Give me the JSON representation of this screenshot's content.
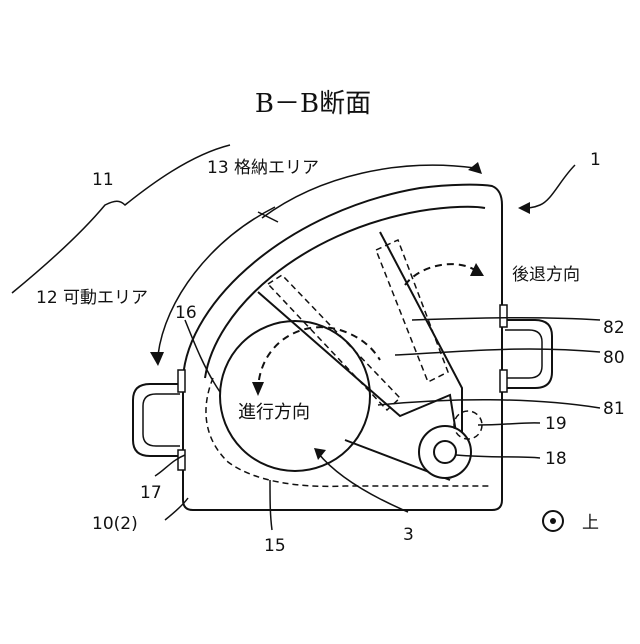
{
  "title": "B－B断面",
  "labels": {
    "n1": "1",
    "n3": "3",
    "n10": "10(2)",
    "n11": "11",
    "n12": "12 可動エリア",
    "n13": "13 格納エリア",
    "n15": "15",
    "n16": "16",
    "n17": "17",
    "n18": "18",
    "n19": "19",
    "n80": "80",
    "n81": "81",
    "n82": "82",
    "backward": "後退方向",
    "forward": "進行方向",
    "up": "上"
  }
}
